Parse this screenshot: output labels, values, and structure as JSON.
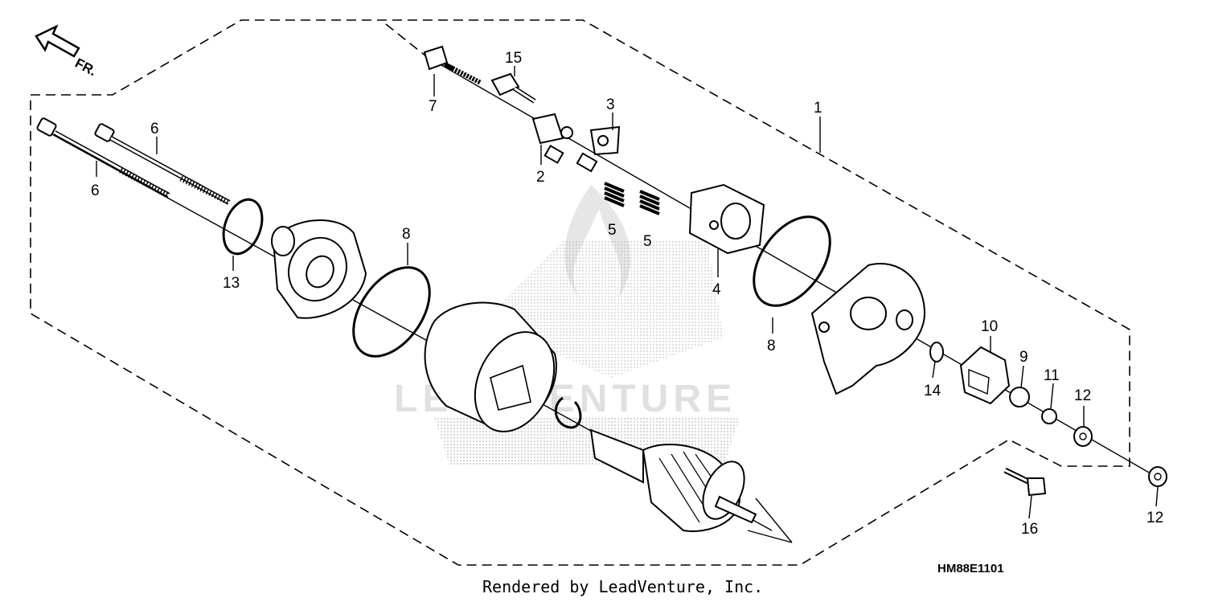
{
  "diagram": {
    "direction": {
      "text": "FR.",
      "icon": "front-direction-arrow-icon"
    },
    "callouts": [
      {
        "id": "c1",
        "text": "1"
      },
      {
        "id": "c2",
        "text": "2"
      },
      {
        "id": "c3",
        "text": "3"
      },
      {
        "id": "c4",
        "text": "4"
      },
      {
        "id": "c5a",
        "text": "5"
      },
      {
        "id": "c5b",
        "text": "5"
      },
      {
        "id": "c6a",
        "text": "6"
      },
      {
        "id": "c6b",
        "text": "6"
      },
      {
        "id": "c7",
        "text": "7"
      },
      {
        "id": "c8a",
        "text": "8"
      },
      {
        "id": "c8b",
        "text": "8"
      },
      {
        "id": "c9",
        "text": "9"
      },
      {
        "id": "c10",
        "text": "10"
      },
      {
        "id": "c11",
        "text": "11"
      },
      {
        "id": "c12a",
        "text": "12"
      },
      {
        "id": "c12b",
        "text": "12"
      },
      {
        "id": "c13",
        "text": "13"
      },
      {
        "id": "c14",
        "text": "14"
      },
      {
        "id": "c15",
        "text": "15"
      },
      {
        "id": "c16",
        "text": "16"
      }
    ],
    "diagram_code": "HM88E1101",
    "watermark": "LEADVENTURE",
    "credit": "Rendered by LeadVenture, Inc."
  }
}
